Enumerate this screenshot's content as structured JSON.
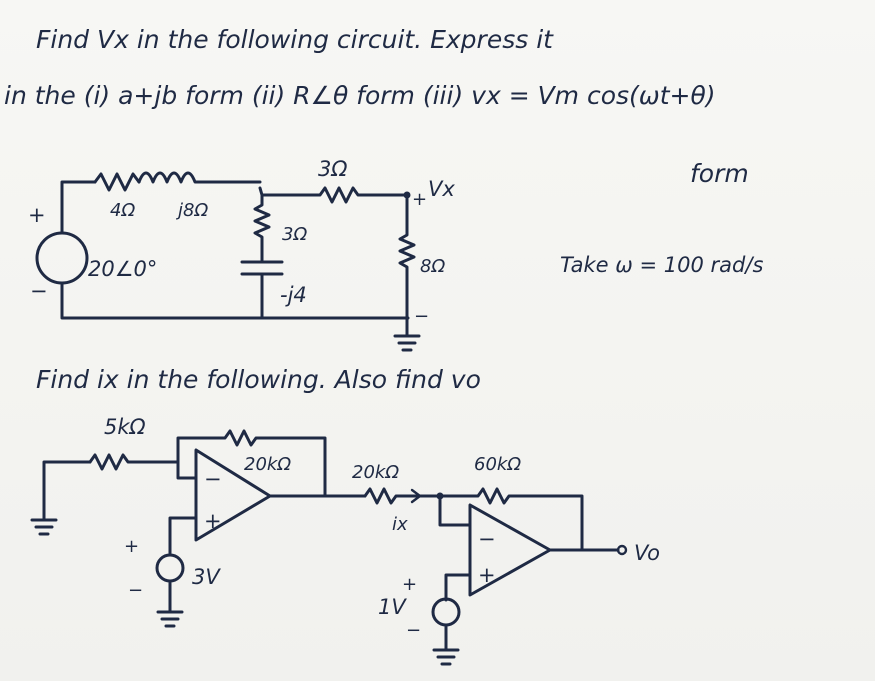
{
  "problem1": {
    "line1": "Find Vx in the following circuit. Express it",
    "line2": "in the (i) a+jb form (ii) R∠θ form (iii) vx = Vm cos(ωt+θ)",
    "line3": "form",
    "take_omega": "Take ω = 100 rad/s",
    "circuit": {
      "r_series": "4Ω",
      "l_series": "j8Ω",
      "r_top": "3Ω",
      "r_shunt": "3Ω",
      "c_shunt": "-j4",
      "r_load": "8Ω",
      "source": "20∠0°",
      "src_plus": "+",
      "src_minus": "−",
      "vx_label": "Vx",
      "vx_plus": "+",
      "vx_minus": "−"
    }
  },
  "problem2": {
    "line1": "Find ix in the following. Also find vo",
    "circuit": {
      "r_in": "5kΩ",
      "r_fb1": "20kΩ",
      "r_mid": "20kΩ",
      "r_fb2": "60kΩ",
      "src1": "3V",
      "src2": "1V",
      "ix": "ix",
      "vo": "Vo",
      "plus": "+",
      "minus": "−"
    }
  }
}
